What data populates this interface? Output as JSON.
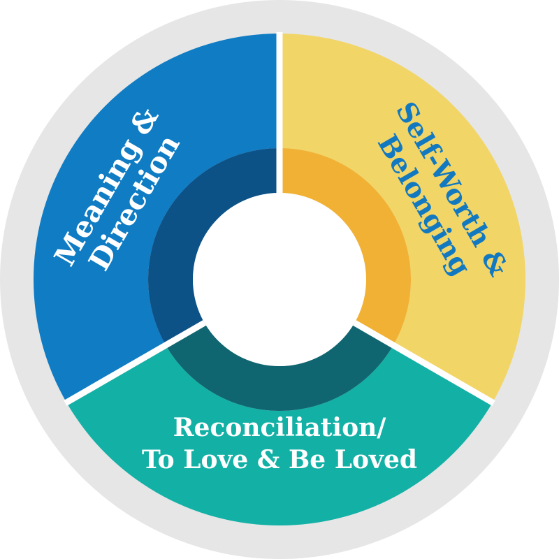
{
  "diagram": {
    "segments": [
      {
        "id": "meaning",
        "lines": [
          "Meaning &",
          "Direction"
        ],
        "outer_color": "#0F7CC4",
        "inner_color": "#0C5287",
        "text_color": "#FFFFFF"
      },
      {
        "id": "selfworth",
        "lines": [
          "Self-Worth &",
          "Belonging"
        ],
        "outer_color": "#F2D567",
        "inner_color": "#F1B134",
        "text_color": "#1279C0"
      },
      {
        "id": "reconciliation",
        "lines": [
          "Reconciliation/",
          "To Love & Be Loved"
        ],
        "outer_color": "#13B0A6",
        "inner_color": "#0F6670",
        "text_color": "#FFFFFF"
      }
    ],
    "outer_ring_color": "#E6E6E6",
    "center_color": "#FFFFFF"
  }
}
